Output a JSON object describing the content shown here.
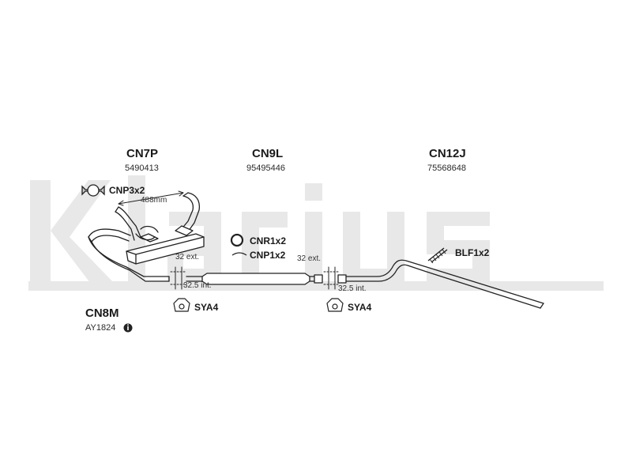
{
  "watermark": {
    "text": "Klarius",
    "color": "#e6e6e6"
  },
  "parts": {
    "cn7p": {
      "code": "CN7P",
      "number": "5490413"
    },
    "cn9l": {
      "code": "CN9L",
      "number": "95495446"
    },
    "cn12j": {
      "code": "CN12J",
      "number": "75568648"
    },
    "cn8m": {
      "code": "CN8M",
      "number": "AY1824"
    }
  },
  "fittings": {
    "cnp3": "CNP3x2",
    "cnr1": "CNR1x2",
    "cnp1": "CNP1x2",
    "blf1": "BLF1x2",
    "sya4_left": "SYA4",
    "sya4_right": "SYA4"
  },
  "dimensions": {
    "length_488": "488mm",
    "ext_left": "32 ext.",
    "int_left": "32.5 int.",
    "ext_right": "32 ext.",
    "int_right": "32.5 int."
  },
  "colors": {
    "line": "#222222",
    "fill": "#ffffff",
    "shade": "#bdbdbd"
  }
}
